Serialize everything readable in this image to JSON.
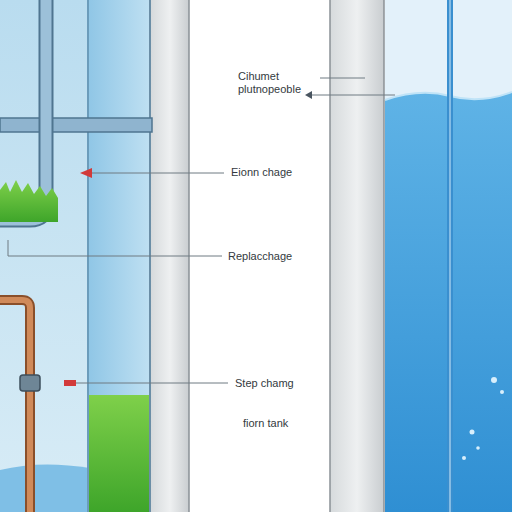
{
  "diagram": {
    "labels": [
      "Cihumet plutnopeoble",
      "Eionn chage",
      "Replacchage",
      "Step chamg",
      "fiorn tank"
    ]
  }
}
